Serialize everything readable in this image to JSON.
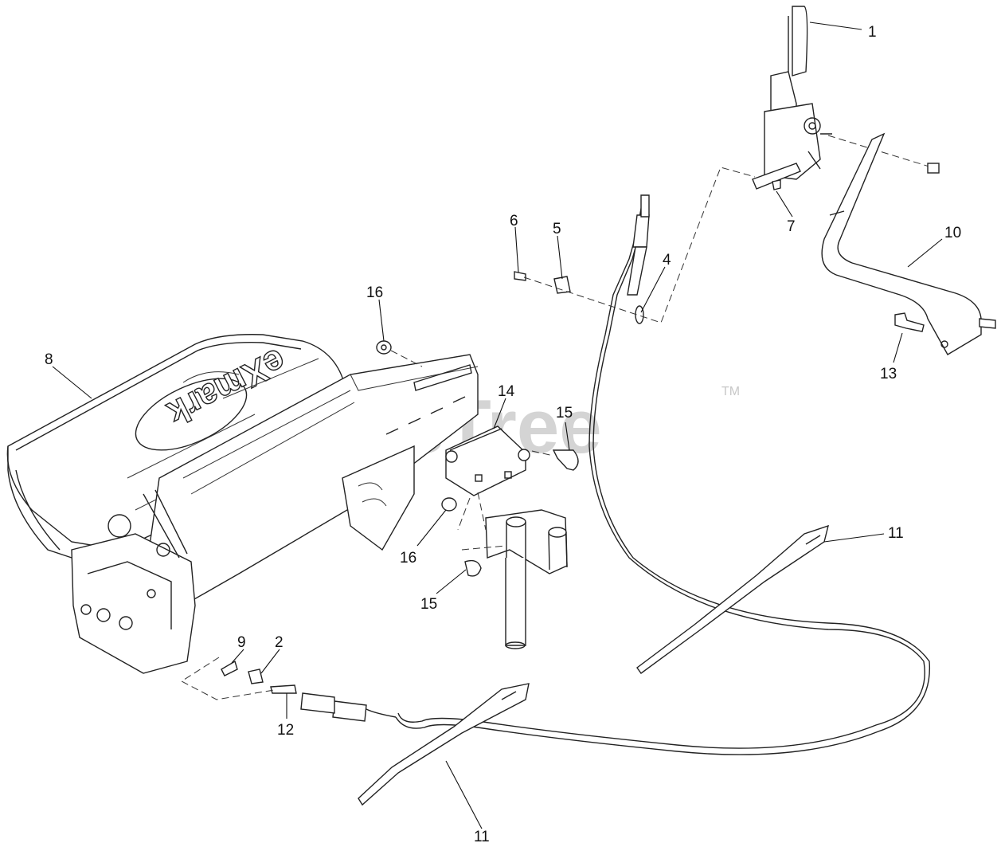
{
  "watermark": {
    "text": "PartsTree",
    "trademark": "TM"
  },
  "hood_logo": "eXmark",
  "callouts": [
    {
      "id": "c1",
      "label": "1"
    },
    {
      "id": "c2",
      "label": "2"
    },
    {
      "id": "c4",
      "label": "4"
    },
    {
      "id": "c5",
      "label": "5"
    },
    {
      "id": "c6",
      "label": "6"
    },
    {
      "id": "c7",
      "label": "7"
    },
    {
      "id": "c8",
      "label": "8"
    },
    {
      "id": "c9",
      "label": "9"
    },
    {
      "id": "c10",
      "label": "10"
    },
    {
      "id": "c11a",
      "label": "11"
    },
    {
      "id": "c11b",
      "label": "11"
    },
    {
      "id": "c12",
      "label": "12"
    },
    {
      "id": "c13",
      "label": "13"
    },
    {
      "id": "c14",
      "label": "14"
    },
    {
      "id": "c15a",
      "label": "15"
    },
    {
      "id": "c15b",
      "label": "15"
    },
    {
      "id": "c16a",
      "label": "16"
    },
    {
      "id": "c16b",
      "label": "16"
    }
  ]
}
